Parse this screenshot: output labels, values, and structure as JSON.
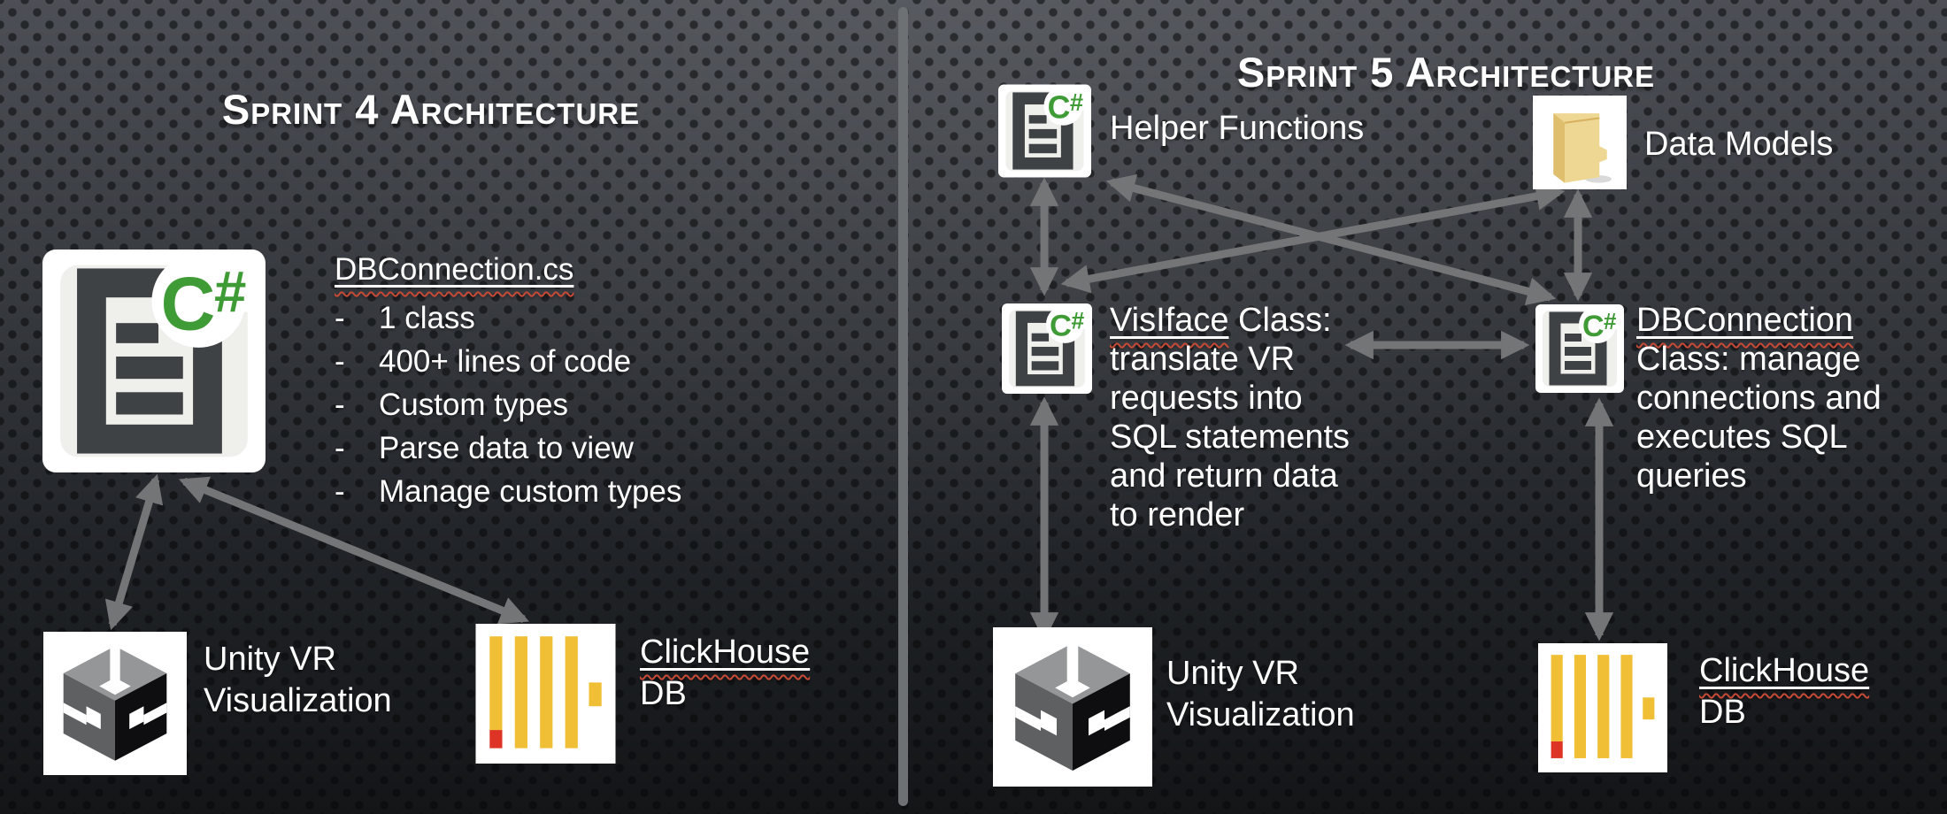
{
  "colors": {
    "bg_top": "#4c4f55",
    "bg_mid": "#33363b",
    "bg_bottom": "#131517",
    "text": "#ffffff",
    "divider": "#6e7174",
    "arrow": "#737577",
    "squiggle": "#c64a35",
    "cs_green": "#3f9b35",
    "icon_slate": "#3e4245",
    "ch_yellow": "#f0bf35",
    "ch_red": "#dd3425",
    "folder_main": "#eed792",
    "folder_edge": "#dfbe6d",
    "unity_top": "#949698",
    "unity_left": "#5e6062",
    "unity_right": "#0e0e10"
  },
  "sprint4": {
    "title": "Sprint 4 Architecture",
    "file_heading": "DBConnection.cs",
    "bullet_char": "-",
    "bullets": [
      "1 class",
      "400+ lines of code",
      "Custom types",
      "Parse data to view",
      "Manage custom types"
    ],
    "unity_lines": [
      "Unity VR",
      "Visualization"
    ],
    "clickhouse_word": "ClickHouse",
    "clickhouse_db": "DB"
  },
  "sprint5": {
    "title": "Sprint 5 Architecture",
    "helper_label": "Helper Functions",
    "data_models_label": "Data Models",
    "visiface_word": "VisIface",
    "visiface_heading_rest": " Class:",
    "visiface_lines": [
      "translate VR",
      "requests into",
      "SQL statements",
      "and return data",
      "to render"
    ],
    "dbconnection_word": "DBConnection",
    "dbconnection_lines": [
      "Class: manage",
      "connections and",
      "executes SQL",
      "queries"
    ],
    "unity_lines": [
      "Unity VR",
      "Visualization"
    ],
    "clickhouse_word": "ClickHouse",
    "clickhouse_db": "DB"
  },
  "icons": {
    "csharp_file": "csharp-file-icon",
    "unity": "unity-cube-icon",
    "clickhouse": "clickhouse-db-icon",
    "folder": "folder-icon"
  }
}
